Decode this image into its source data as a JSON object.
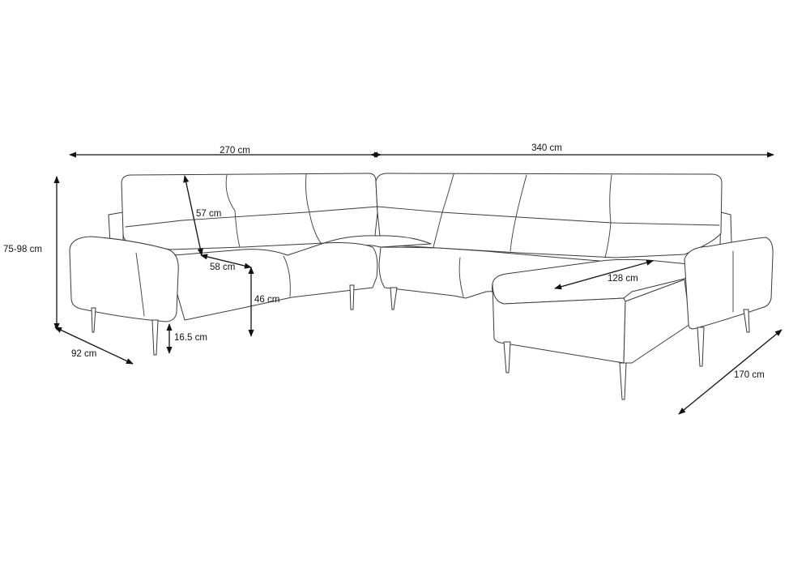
{
  "diagram": {
    "dimensions": {
      "width_left": "270 cm",
      "width_right": "340 cm",
      "height": "75-98 cm",
      "depth": "92 cm",
      "backrest": "57 cm",
      "seat_depth": "58 cm",
      "seat_height": "46 cm",
      "leg_height": "16.5 cm",
      "chaise_width": "128 cm",
      "chaise_length": "170 cm"
    },
    "colors": {
      "line": "#3a3a3a",
      "dimension_line": "#111111",
      "background": "#ffffff"
    }
  }
}
